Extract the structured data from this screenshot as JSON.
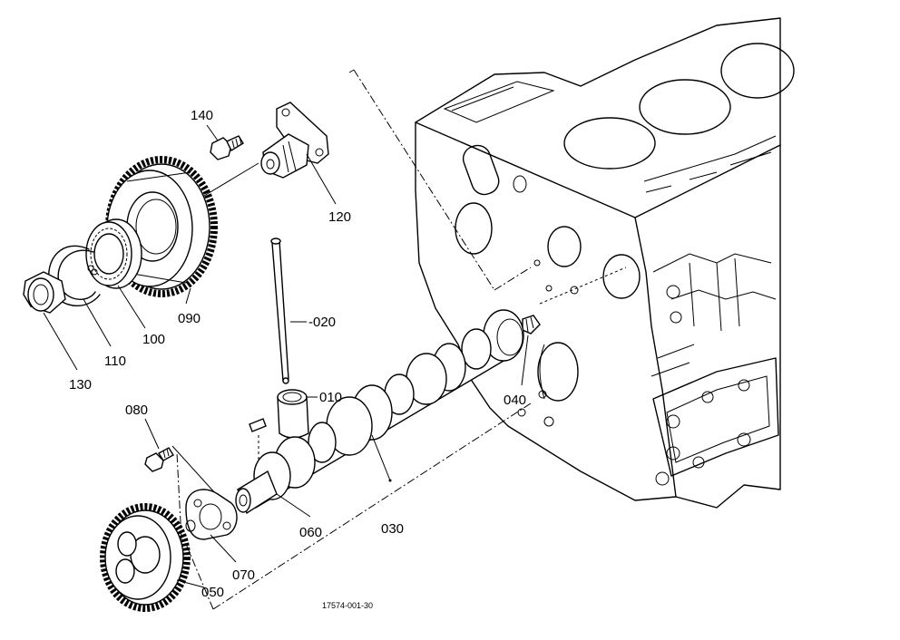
{
  "callouts": {
    "p140": "140",
    "p120": "120",
    "p090": "090",
    "p100": "100",
    "p110": "110",
    "p130": "130",
    "p020": "-020",
    "p010": "010",
    "p040": "040",
    "p080": "080",
    "p060": "060",
    "p030": "030",
    "p070": "070",
    "p050": "050"
  },
  "reference_number": "17574-001-30"
}
